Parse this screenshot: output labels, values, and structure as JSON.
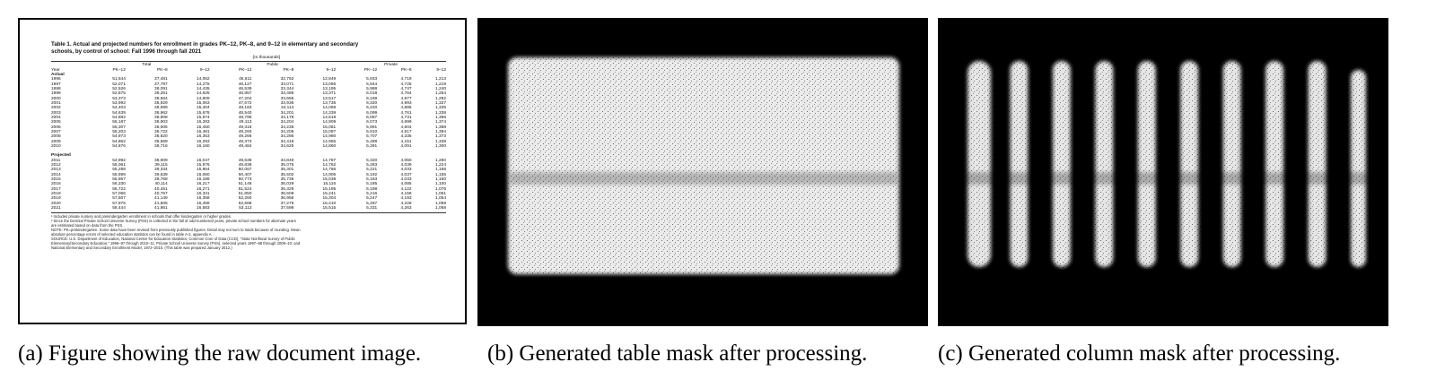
{
  "panels": {
    "doc": {
      "title": "Table 1.   Actual and projected numbers for enrollment in grades PK–12, PK–8, and 9–12 in elementary and secondary\n                schools, by control of school: Fall 1996 through fall 2021",
      "units": "[In thousands]",
      "groups": [
        "Total",
        "Public",
        "Private"
      ],
      "col_headers": [
        "Year",
        "PK–12",
        "PK–8",
        "9–12",
        "PK–12",
        "PK–8",
        "9–12",
        "PK–12",
        "PK–8",
        "9–12"
      ],
      "actual_label": "Actual",
      "projected_label": "Projected",
      "actual_rows": [
        [
          "1996",
          "51,544",
          "37,481",
          "14,062",
          "45,611",
          "32,762",
          "12,849",
          "5,933",
          "4,719",
          "1,213"
        ],
        [
          "1997",
          "52,071",
          "37,797",
          "14,275",
          "46,127",
          "33,071",
          "13,056",
          "5,944",
          "4,725",
          "1,219"
        ],
        [
          "1998",
          "52,526",
          "38,091",
          "14,435",
          "46,539",
          "33,344",
          "13,195",
          "5,988",
          "4,747",
          "1,240"
        ],
        [
          "1999",
          "52,875",
          "38,251",
          "14,625",
          "46,857",
          "33,486",
          "13,371",
          "6,018",
          "4,764",
          "1,254"
        ],
        [
          "2000",
          "53,373",
          "38,564",
          "14,809",
          "47,204",
          "33,686",
          "13,517",
          "6,169",
          "4,877",
          "1,292"
        ],
        [
          "2001",
          "53,992",
          "38,929",
          "15,063",
          "47,672",
          "33,936",
          "13,736",
          "6,320",
          "4,993",
          "1,327"
        ],
        [
          "2002",
          "54,403",
          "38,999",
          "15,404",
          "48,183",
          "34,114",
          "14,069",
          "6,220",
          "4,885",
          "1,335"
        ],
        [
          "2003",
          "54,639",
          "38,962",
          "15,678",
          "48,540",
          "34,201",
          "14,339",
          "6,099",
          "4,761",
          "1,338"
        ],
        [
          "2004",
          "54,882",
          "38,908",
          "15,974",
          "48,795",
          "34,178",
          "14,618",
          "6,087",
          "4,731",
          "1,356"
        ],
        [
          "2005",
          "55,187",
          "38,903",
          "16,283",
          "49,113",
          "34,204",
          "14,909",
          "6,073",
          "4,699",
          "1,374"
        ],
        [
          "2006",
          "55,307",
          "38,906",
          "16,450",
          "49,316",
          "34,235",
          "15,081",
          "5,991",
          "4,604",
          "1,388"
        ],
        [
          "2007",
          "55,203",
          "38,722",
          "16,481",
          "49,293",
          "34,205",
          "15,087",
          "5,910",
          "4,517",
          "1,394"
        ],
        [
          "2008",
          "54,973",
          "38,620",
          "16,353",
          "49,266",
          "34,286",
          "14,980",
          "5,707",
          "4,335",
          "1,373"
        ],
        [
          "2009",
          "54,862",
          "38,569",
          "16,293",
          "49,373",
          "34,418",
          "14,955",
          "5,488",
          "4,151",
          "1,338"
        ],
        [
          "2010",
          "54,876",
          "38,716",
          "16,160",
          "49,484",
          "34,625",
          "14,860",
          "5,391",
          "4,091",
          "1,300"
        ]
      ],
      "projected_rows": [
        [
          "2011",
          "54,992",
          "38,909",
          "16,047",
          "49,636",
          "34,849",
          "14,787",
          "5,320",
          "4,060",
          "1,260"
        ],
        [
          "2012",
          "55,061",
          "39,115",
          "15,976",
          "49,838",
          "35,076",
          "14,762",
          "5,283",
          "4,039",
          "1,224"
        ],
        [
          "2013",
          "55,288",
          "39,334",
          "15,954",
          "50,067",
          "35,301",
          "14,766",
          "5,221",
          "4,033",
          "1,188"
        ],
        [
          "2014",
          "55,599",
          "39,539",
          "16,060",
          "50,407",
          "35,502",
          "14,905",
          "5,192",
          "4,037",
          "1,155"
        ],
        [
          "2015",
          "55,957",
          "39,768",
          "16,189",
          "50,773",
          "35,735",
          "15,038",
          "5,183",
          "4,033",
          "1,150"
        ],
        [
          "2016",
          "56,330",
          "40,114",
          "16,217",
          "51,146",
          "36,029",
          "15,116",
          "5,185",
          "4,085",
          "1,100"
        ],
        [
          "2017",
          "56,722",
          "40,451",
          "16,271",
          "51,524",
          "36,329",
          "15,195",
          "5,198",
          "4,122",
          "1,076"
        ],
        [
          "2018",
          "57,066",
          "40,767",
          "16,331",
          "51,850",
          "36,609",
          "15,241",
          "5,216",
          "4,158",
          "1,061"
        ],
        [
          "2019",
          "57,507",
          "41,149",
          "16,358",
          "52,260",
          "36,956",
          "15,304",
          "5,247",
          "4,193",
          "1,054"
        ],
        [
          "2020",
          "57,975",
          "41,506",
          "16,469",
          "52,688",
          "37,278",
          "15,410",
          "5,287",
          "4,228",
          "1,059"
        ],
        [
          "2021",
          "58,444",
          "41,861",
          "16,583",
          "53,113",
          "37,598",
          "15,515",
          "5,331",
          "4,263",
          "1,068"
        ]
      ],
      "notes": "¹ Includes private nursery and prekindergarten enrollment in schools that offer kindergarten or higher grades.\n² Since the biennial Private School Universe Survey (PSS) is collected in the fall of odd-numbered years, private school numbers for alternate years\n   are estimated based on data from the PSS.\nNOTE: PK=prekindergarten. Some data have been revised from previously published figures. Detail may not sum to totals because of rounding. Mean\nabsolute percentage errors of selected education statistics can be found in table A-2, appendix A.\nSOURCE: U.S. Department of Education, National Center for Education Statistics, Common Core of Data (CCD), \"State Nonfiscal Survey of Public\nElementary/Secondary Education,\" 1996–97 through 2010–11; Private School Universe Survey (PSS), selected years 1997–98 through 2009–10; and\nNational Elementary and Secondary Enrollment Model, 1972–2010. (This table was prepared January 2012.)"
    },
    "table_mask": {
      "background": "#000000",
      "foreground": "#ffffff"
    },
    "column_mask": {
      "column_count": 10,
      "background": "#000000",
      "foreground": "#ffffff"
    }
  },
  "captions": {
    "a": "(a) Figure showing the raw document image.",
    "b": "(b) Generated table mask after processing.",
    "c": "(c) Generated column mask after processing."
  }
}
